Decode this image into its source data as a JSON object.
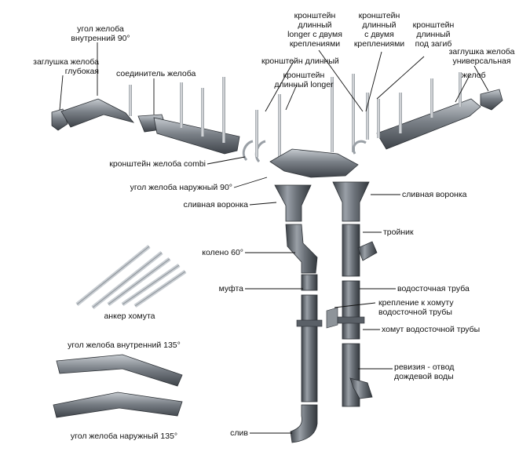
{
  "labels": {
    "end_cap_deep": [
      "заглушка желоба",
      "глубокая"
    ],
    "inner_corner_90": [
      "угол желоба",
      "внутренний 90°"
    ],
    "gutter_connector": "соединитель желоба",
    "bracket_long_two": [
      "кронштейн",
      "длинный",
      "longer с двумя",
      "креплениями"
    ],
    "bracket_long_two_b": [
      "кронштейн",
      "длинный",
      "с двумя",
      "креплениями"
    ],
    "bracket_long_bend": [
      "кронштейн",
      "длинный",
      "под загиб"
    ],
    "end_cap_universal": [
      "заглушка желоба",
      "универсальная"
    ],
    "gutter": "желоб",
    "bracket_long": "кронштейн длинный",
    "bracket_long_longer": [
      "кронштейн",
      "длинный longer"
    ],
    "bracket_combi": "кронштейн желоба combi",
    "outer_corner_90": "угол желоба наружный  90°",
    "funnel_left": "сливная воронка",
    "funnel_right": "сливная воронка",
    "tee": "тройник",
    "elbow_60": "колено 60°",
    "coupling": "муфта",
    "downpipe": "водосточная труба",
    "clamp_mount": [
      "крепление к хомуту",
      "водосточной трубы"
    ],
    "pipe_clamp": "хомут водосточной трубы",
    "clamp_anchor": "анкер хомута",
    "inner_corner_135": "угол желоба внутренний 135°",
    "outer_corner_135": "угол желоба наружный 135°",
    "revision": [
      "ревизия - отвод",
      "дождевой воды"
    ],
    "outlet": "слив"
  },
  "colors": {
    "metal_dark": "#4a4f55",
    "metal_mid": "#7b8188",
    "metal_light": "#b9bec4",
    "leader": "#111111"
  }
}
